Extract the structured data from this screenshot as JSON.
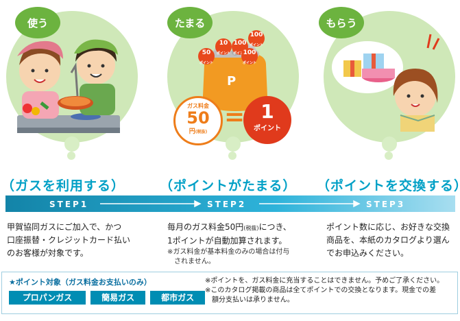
{
  "steps": [
    {
      "badge": "使う",
      "heading": "（ガスを利用する）",
      "step_label": "STEP1",
      "desc_lines": [
        "甲賀協同ガスにご加入で、かつ",
        "口座振替・クレジットカード払い",
        "のお客様が対象です。"
      ]
    },
    {
      "badge": "たまる",
      "heading": "（ポイントがたまる）",
      "step_label": "STEP2",
      "desc_lines": [
        "毎月のガス料金50円",
        "につき、",
        "1ポイントが自動加算されます。"
      ],
      "desc_small": "(税抜)",
      "note_lines": [
        "※ガス料金が基本料金のみの場合は付与",
        "　されません。"
      ]
    },
    {
      "badge": "もらう",
      "heading": "（ポイントを交換する）",
      "step_label": "STEP3",
      "desc_lines": [
        "ポイント数に応じ、お好きな交換",
        "商品を、本紙のカタログより選ん",
        "でお申込みください。"
      ]
    }
  ],
  "illustration": {
    "gas_label": "ガス料金",
    "gas_value": "50",
    "gas_unit": "円",
    "gas_tax": "(税抜)",
    "equals": "=",
    "point_value": "1",
    "point_unit": "ポイント",
    "coin_values": [
      "50",
      "10",
      "100",
      "100",
      "100"
    ],
    "coin_unit": "ポイント",
    "purse_letter": "P"
  },
  "target": {
    "title": "★ポイント対象（ガス料金お支払いのみ）",
    "items": [
      "プロパンガス",
      "簡易ガス",
      "都市ガス"
    ],
    "notes": [
      "※ポイントを、ガス料金に充当することはできません。予めご了承ください。",
      "※このカタログ掲載の商品は全てポイントでの交換となります。現金での差",
      "　額分支払いは承りません。"
    ]
  },
  "colors": {
    "green": "#6cb33f",
    "circle": "#cfe8b8",
    "teal": "#00a0c6",
    "orange": "#ee7d1a",
    "red": "#e03a1c"
  }
}
